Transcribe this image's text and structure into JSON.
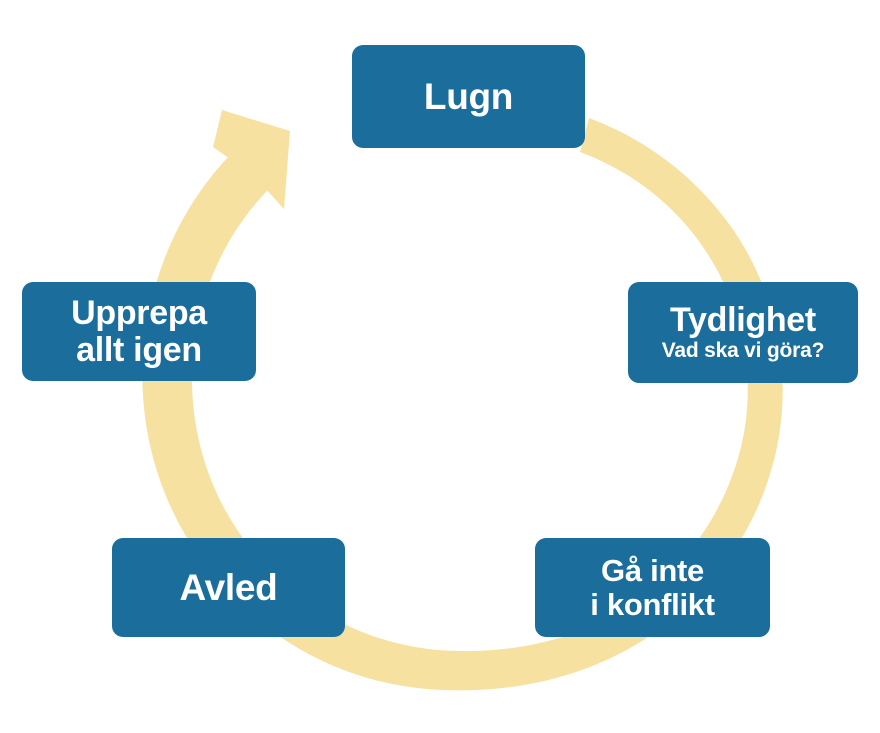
{
  "diagram": {
    "type": "cycle",
    "direction": "clockwise",
    "background_color": "#FFFFFF",
    "node_color": "#1B6E9C",
    "node_text_color": "#FFFFFF",
    "ring_color": "#F7E1A0",
    "arrow": {
      "name": "cycle-arrow",
      "points_to": "Lugn",
      "color": "#F7E1A0"
    },
    "nodes": [
      {
        "id": "lugn",
        "title": "Lugn",
        "subtitle": "",
        "position": "top"
      },
      {
        "id": "tydlighet",
        "title": "Tydlighet",
        "subtitle": "Vad ska vi göra?",
        "position": "right"
      },
      {
        "id": "konflikt",
        "title": "Gå inte\ni konflikt",
        "subtitle": "",
        "position": "bottom-right"
      },
      {
        "id": "avled",
        "title": "Avled",
        "subtitle": "",
        "position": "bottom-left"
      },
      {
        "id": "upprepa",
        "title": "Upprepa\nallt igen",
        "subtitle": "",
        "position": "left"
      }
    ]
  }
}
